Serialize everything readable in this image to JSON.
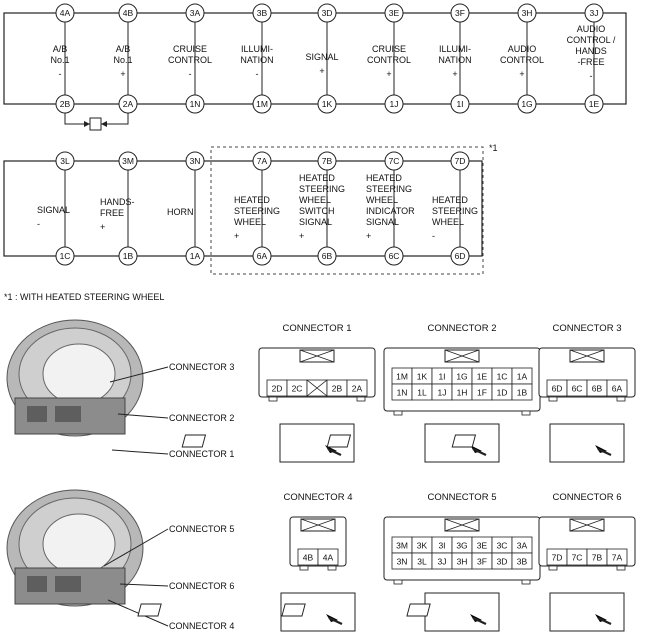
{
  "circuit1": {
    "top_pins": [
      "4A",
      "4B",
      "3A",
      "3B",
      "3D",
      "3E",
      "3F",
      "3H",
      "3J"
    ],
    "bottom_pins": [
      "2B",
      "2A",
      "1N",
      "1M",
      "1K",
      "1J",
      "1I",
      "1G",
      "1E"
    ],
    "labels": [
      [
        "A/B",
        "No.1",
        "-"
      ],
      [
        "A/B",
        "No.1",
        "+"
      ],
      [
        "CRUISE",
        "CONTROL",
        "-"
      ],
      [
        "ILLUMI-",
        "NATION",
        "-"
      ],
      [
        "SIGNAL",
        "+"
      ],
      [
        "CRUISE",
        "CONTROL",
        "+"
      ],
      [
        "ILLUMI-",
        "NATION",
        "+"
      ],
      [
        "AUDIO",
        "CONTROL",
        "+"
      ],
      [
        "AUDIO",
        "CONTROL /",
        "HANDS",
        "-FREE",
        "-"
      ]
    ]
  },
  "circuit2": {
    "top_pins": [
      "3L",
      "3M",
      "3N",
      "7A",
      "7B",
      "7C",
      "7D"
    ],
    "bottom_pins": [
      "1C",
      "1B",
      "1A",
      "6A",
      "6B",
      "6C",
      "6D"
    ],
    "labels": [
      [
        "SIGNAL",
        "-"
      ],
      [
        "HANDS-",
        "FREE",
        "+"
      ],
      [
        "HORN"
      ],
      [
        "HEATED",
        "STEERING",
        "WHEEL",
        "+"
      ],
      [
        "HEATED",
        "STEERING",
        "WHEEL",
        "SWITCH",
        "SIGNAL",
        "+"
      ],
      [
        "HEATED",
        "STEERING",
        "WHEEL",
        "INDICATOR",
        "SIGNAL",
        "+"
      ],
      [
        "HEATED",
        "STEERING",
        "WHEEL",
        "-"
      ]
    ],
    "box_note": "*1"
  },
  "footnote": "*1 : WITH HEATED STEERING WHEEL",
  "photo_labels": {
    "top": [
      "CONNECTOR 3",
      "CONNECTOR 2",
      "CONNECTOR 1"
    ],
    "bottom": [
      "CONNECTOR 5",
      "CONNECTOR 6",
      "CONNECTOR 4"
    ]
  },
  "connectors": [
    {
      "title": "CONNECTOR 1",
      "rows": [
        [
          "2D",
          "2C",
          "",
          "2B",
          "2A"
        ]
      ]
    },
    {
      "title": "CONNECTOR 2",
      "rows": [
        [
          "1M",
          "1K",
          "1I",
          "1G",
          "1E",
          "1C",
          "1A"
        ],
        [
          "1N",
          "1L",
          "1J",
          "1H",
          "1F",
          "1D",
          "1B"
        ]
      ]
    },
    {
      "title": "CONNECTOR 3",
      "rows": [
        [
          "6D",
          "6C",
          "6B",
          "6A"
        ]
      ]
    },
    {
      "title": "CONNECTOR 4",
      "rows": [
        [
          "4B",
          "4A"
        ]
      ]
    },
    {
      "title": "CONNECTOR 5",
      "rows": [
        [
          "3M",
          "3K",
          "3I",
          "3G",
          "3E",
          "3C",
          "3A"
        ],
        [
          "3N",
          "3L",
          "3J",
          "3H",
          "3F",
          "3D",
          "3B"
        ]
      ]
    },
    {
      "title": "CONNECTOR 6",
      "rows": [
        [
          "7D",
          "7C",
          "7B",
          "7A"
        ]
      ]
    }
  ]
}
